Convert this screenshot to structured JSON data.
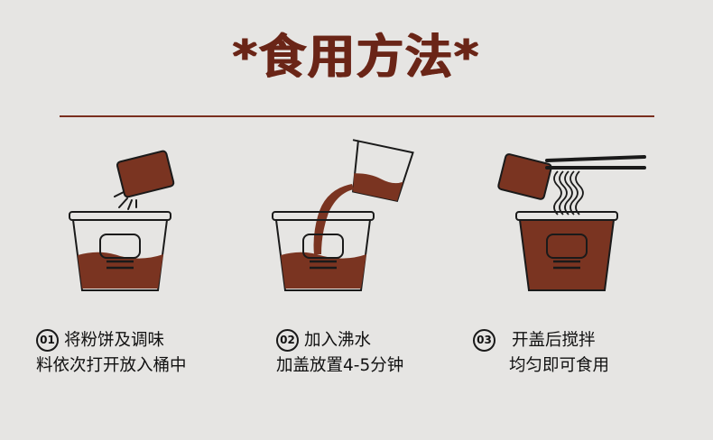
{
  "title": "*食用方法*",
  "colors": {
    "brown": "#7a3421",
    "title": "#6a2517",
    "background": "#e6e5e3"
  },
  "steps": [
    {
      "number": "01",
      "line1": "将粉饼及调味",
      "line2": "料依次打开放入桶中",
      "icon": "sauce-packet-pouring-icon"
    },
    {
      "number": "02",
      "line1": "加入沸水",
      "line2": "加盖放置4-5分钟",
      "icon": "water-pouring-icon"
    },
    {
      "number": "03",
      "line1": "开盖后搅拌",
      "line2": "均匀即可食用",
      "icon": "chopsticks-noodles-icon"
    }
  ]
}
